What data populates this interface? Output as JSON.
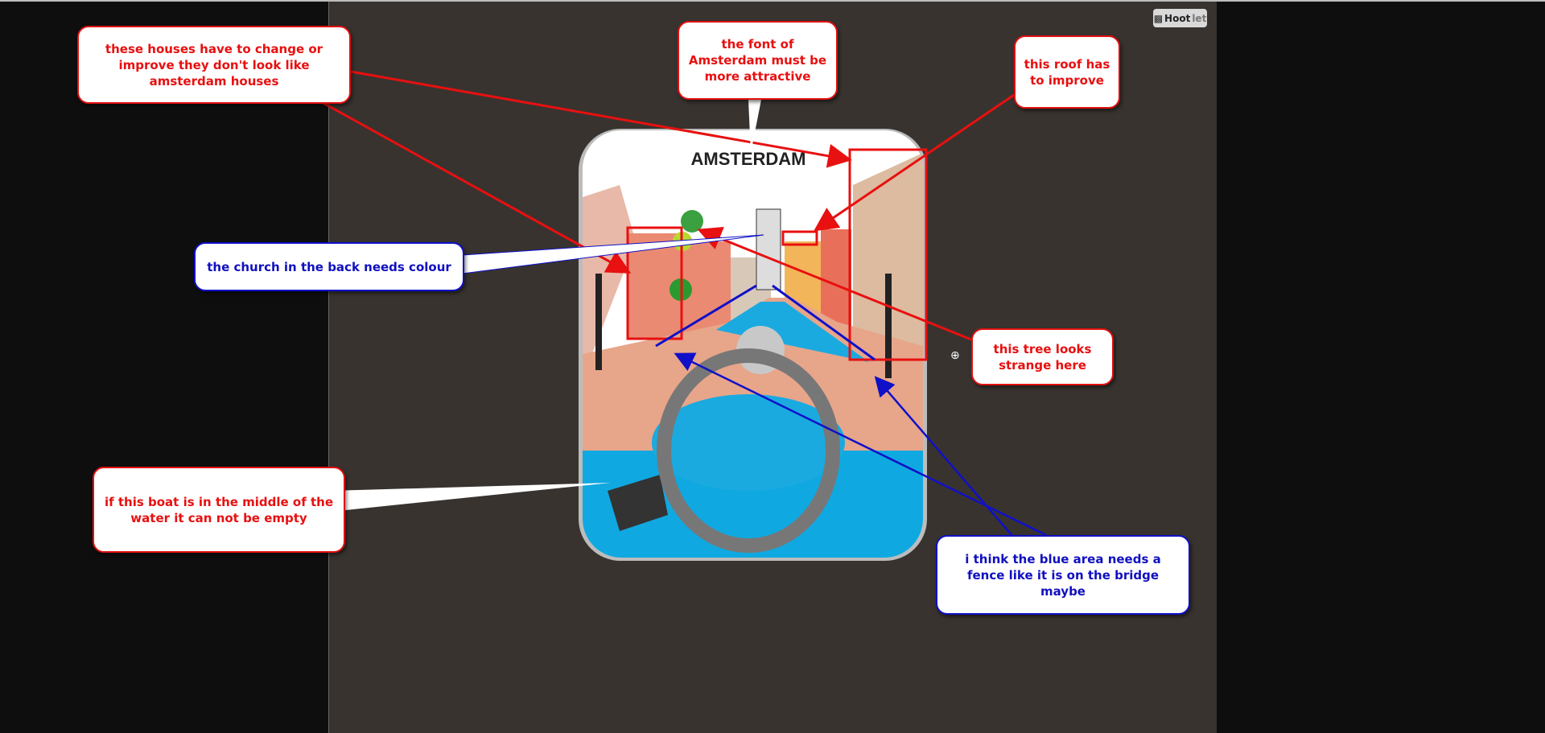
{
  "toolbar": {
    "hootlet_label_a": "Hoot",
    "hootlet_label_b": "let"
  },
  "artwork": {
    "title": "AMSTERDAM"
  },
  "callouts": [
    {
      "text": "these houses have to change or improve they don't look like amsterdam houses",
      "color": "#e81010"
    },
    {
      "text": "the font of Amsterdam must be more attractive",
      "color": "#e81010"
    },
    {
      "text": "this roof has to improve",
      "color": "#e81010"
    },
    {
      "text": "the church in the back needs colour",
      "color": "#1010c0"
    },
    {
      "text": "this tree looks strange here",
      "color": "#e81010"
    },
    {
      "text": "if this boat is in the middle of the water it can not be empty",
      "color": "#e81010"
    },
    {
      "text": "i think the blue area needs a fence like it is on the bridge maybe",
      "color": "#1010c0"
    }
  ],
  "icons": {
    "cursor": "zoom-in-cursor-icon",
    "logo": "owl-icon"
  }
}
